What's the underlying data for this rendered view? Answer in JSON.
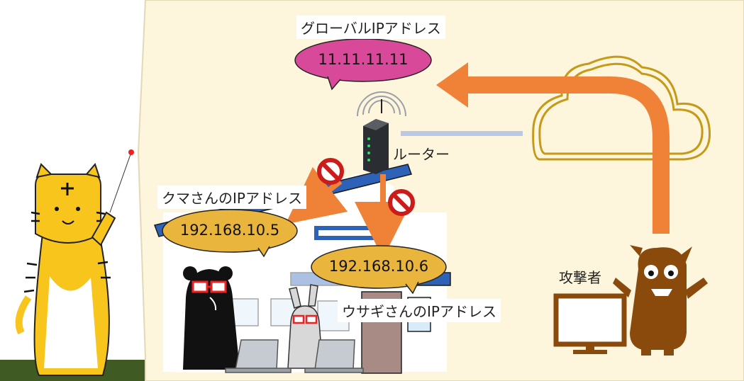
{
  "labels": {
    "global_ip_title": "グローバルIPアドレス",
    "global_ip": "11.11.11.11",
    "router": "ルーター",
    "kuma_title": "クマさんのIPアドレス",
    "kuma_ip": "192.168.10.5",
    "usagi_title": "ウサギさんのIPアドレス",
    "usagi_ip": "192.168.10.6",
    "attacker": "攻撃者"
  },
  "colors": {
    "panel": "#fdf5dc",
    "panel_border": "#e2d9b8",
    "global_bubble": "#d9499a",
    "local_bubble": "#eab53c",
    "arrow": "#ef8237",
    "attacker": "#8a4a0c",
    "cloud": "#c49a18",
    "tiger": "#f7c51c",
    "ground": "#3f5a22",
    "roof": "#2d62b8",
    "no_sign": "#cc1b1b"
  },
  "icons": [
    "tiger-icon",
    "pointer-stick-icon",
    "router-icon",
    "wifi-signal-icon",
    "cloud-icon",
    "attacker-monster-icon",
    "monitor-icon",
    "house-icon",
    "bear-icon",
    "rabbit-icon",
    "laptop-icon",
    "prohibited-icon"
  ]
}
